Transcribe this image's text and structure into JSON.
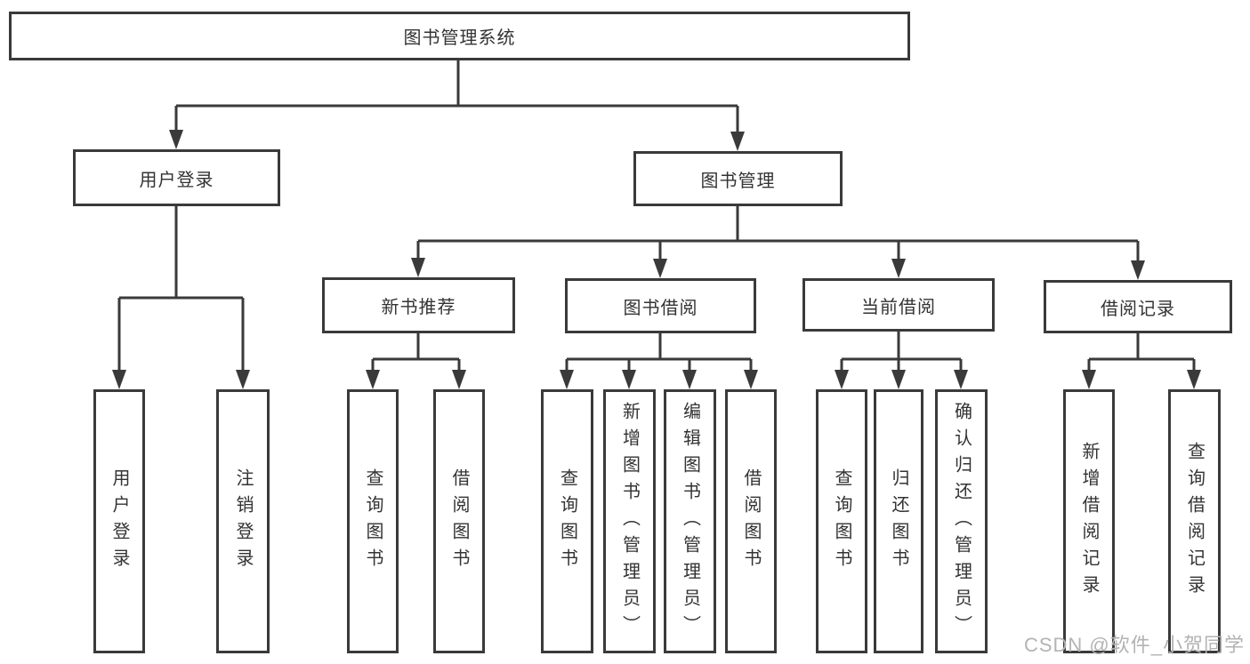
{
  "tree": {
    "root": {
      "label": "图书管理系统"
    },
    "branches": [
      {
        "label": "用户登录",
        "children": [
          {
            "label": "用户登录"
          },
          {
            "label": "注销登录"
          }
        ]
      },
      {
        "label": "图书管理",
        "children": [
          {
            "label": "新书推荐",
            "children": [
              {
                "label": "查询图书"
              },
              {
                "label": "借阅图书"
              }
            ]
          },
          {
            "label": "图书借阅",
            "children": [
              {
                "label": "查询图书"
              },
              {
                "label": "新增图书（管理员）"
              },
              {
                "label": "编辑图书（管理员）"
              },
              {
                "label": "借阅图书"
              }
            ]
          },
          {
            "label": "当前借阅",
            "children": [
              {
                "label": "查询图书"
              },
              {
                "label": "归还图书"
              },
              {
                "label": "确认归还（管理员）"
              }
            ]
          },
          {
            "label": "借阅记录",
            "children": [
              {
                "label": "新增借阅记录"
              },
              {
                "label": "查询借阅记录"
              }
            ]
          }
        ]
      }
    ]
  },
  "watermark": {
    "text": "CSDN @软件_小贺同学"
  },
  "colors": {
    "line": "#3a3a3a",
    "text": "#333333",
    "watermark": "#b3b3b3",
    "background": "#ffffff"
  }
}
